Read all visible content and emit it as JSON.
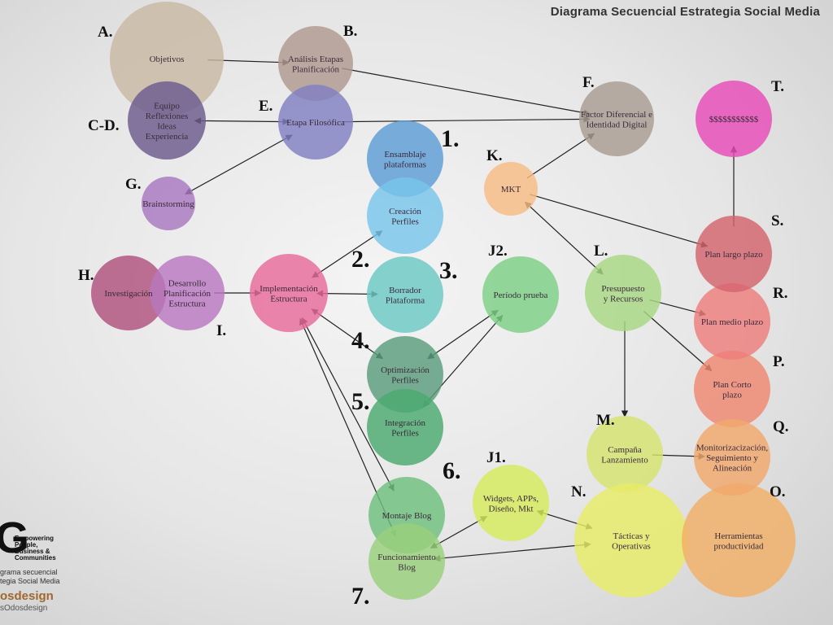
{
  "title": "Diagrama Secuencial Estrategia Social Media",
  "brand": {
    "mark": "G",
    "tagline": [
      "Empowering",
      "People,",
      "Business &",
      "Communities"
    ],
    "caption": [
      "grama secuencial",
      "tegia Social Media"
    ],
    "name": "osdesign",
    "handle": "sOdosdesign"
  },
  "nodes": [
    {
      "id": "objetivos",
      "lines": [
        "Objetivos"
      ],
      "tag": "A.",
      "color": "#c8b8a2"
    },
    {
      "id": "analisis",
      "lines": [
        "Análisis Etapas",
        "Planificación"
      ],
      "tag": "B.",
      "color": "#b09a90"
    },
    {
      "id": "equipo",
      "lines": [
        "Equipo",
        "Reflexiones",
        "Ideas",
        "Experiencia"
      ],
      "tag": "C-D.",
      "color": "#6c5a8e"
    },
    {
      "id": "filosofica",
      "lines": [
        "Etapa Filosófica"
      ],
      "tag": "E.",
      "color": "#8080c2"
    },
    {
      "id": "factor",
      "lines": [
        "Factor Diferencial e",
        "Identidad Digital"
      ],
      "tag": "F.",
      "color": "#a89c92"
    },
    {
      "id": "brainstorming",
      "lines": [
        "Brainstorming"
      ],
      "tag": "G.",
      "color": "#a878c0"
    },
    {
      "id": "investigacion",
      "lines": [
        "Investigación"
      ],
      "tag": "H.",
      "color": "#b0507e"
    },
    {
      "id": "desarrollo",
      "lines": [
        "Desarrollo",
        "Planificación",
        "Estructura"
      ],
      "tag": "I.",
      "color": "#b878c0"
    },
    {
      "id": "implementacion",
      "lines": [
        "Implementación",
        "Estructura"
      ],
      "tag": "",
      "color": "#e86a9a"
    },
    {
      "id": "ensamblaje",
      "lines": [
        "Ensamblaje",
        "plataformas"
      ],
      "tag": "1.",
      "color": "#5c9cd6"
    },
    {
      "id": "creacion",
      "lines": [
        "Creación",
        "Perfiles"
      ],
      "tag": "",
      "color": "#78c4ea"
    },
    {
      "id": "borrador",
      "lines": [
        "Borrador",
        "Plataforma"
      ],
      "tag": "2.",
      "color": "#6ac8c4"
    },
    {
      "id": "borrador_num",
      "lines": [],
      "tag": "3.",
      "color": ""
    },
    {
      "id": "optimizacion",
      "lines": [
        "Optimización",
        "Perfiles"
      ],
      "tag": "4.",
      "color": "#5a9e7c"
    },
    {
      "id": "integracion",
      "lines": [
        "Integración",
        "Perfiles"
      ],
      "tag": "5.",
      "color": "#4aaa6e"
    },
    {
      "id": "periodo",
      "lines": [
        "Período prueba"
      ],
      "tag": "J2.",
      "color": "#7ecf86"
    },
    {
      "id": "mkt",
      "lines": [
        "MKT"
      ],
      "tag": "K.",
      "color": "#f6bc84"
    },
    {
      "id": "presupuesto",
      "lines": [
        "Presupuesto",
        "y Recursos"
      ],
      "tag": "L.",
      "color": "#a8d884"
    },
    {
      "id": "campana",
      "lines": [
        "Campaña",
        "Lanzamiento"
      ],
      "tag": "M.",
      "color": "#d6e46e"
    },
    {
      "id": "tacticas",
      "lines": [
        "Tácticas y",
        "Operativas"
      ],
      "tag": "N.",
      "color": "#e8ec66"
    },
    {
      "id": "herramientas",
      "lines": [
        "Herramientas",
        "productividad"
      ],
      "tag": "O.",
      "color": "#f2b066"
    },
    {
      "id": "plan_corto",
      "lines": [
        "Plan Corto",
        "plazo"
      ],
      "tag": "P.",
      "color": "#ee8870"
    },
    {
      "id": "monitorizacion",
      "lines": [
        "Monitorizacización,",
        "Seguimiento y",
        "Alineación"
      ],
      "tag": "Q.",
      "color": "#f2a86c"
    },
    {
      "id": "plan_medio",
      "lines": [
        "Plan medio plazo"
      ],
      "tag": "R.",
      "color": "#ee7e7c"
    },
    {
      "id": "plan_largo",
      "lines": [
        "Plan largo plazo"
      ],
      "tag": "S.",
      "color": "#d4646e"
    },
    {
      "id": "dinero",
      "lines": [
        "$$$$$$$$$$$"
      ],
      "tag": "T.",
      "color": "#e84cb8"
    },
    {
      "id": "montaje",
      "lines": [
        "Montaje Blog"
      ],
      "tag": "6.",
      "color": "#6ec07c"
    },
    {
      "id": "funcionamiento",
      "lines": [
        "Funcionamiento",
        "Blog"
      ],
      "tag": "7.",
      "color": "#98d07a"
    },
    {
      "id": "widgets",
      "lines": [
        "Widgets, APPs,",
        "Diseño, Mkt"
      ],
      "tag": "J1.",
      "color": "#d6ec5c"
    }
  ]
}
